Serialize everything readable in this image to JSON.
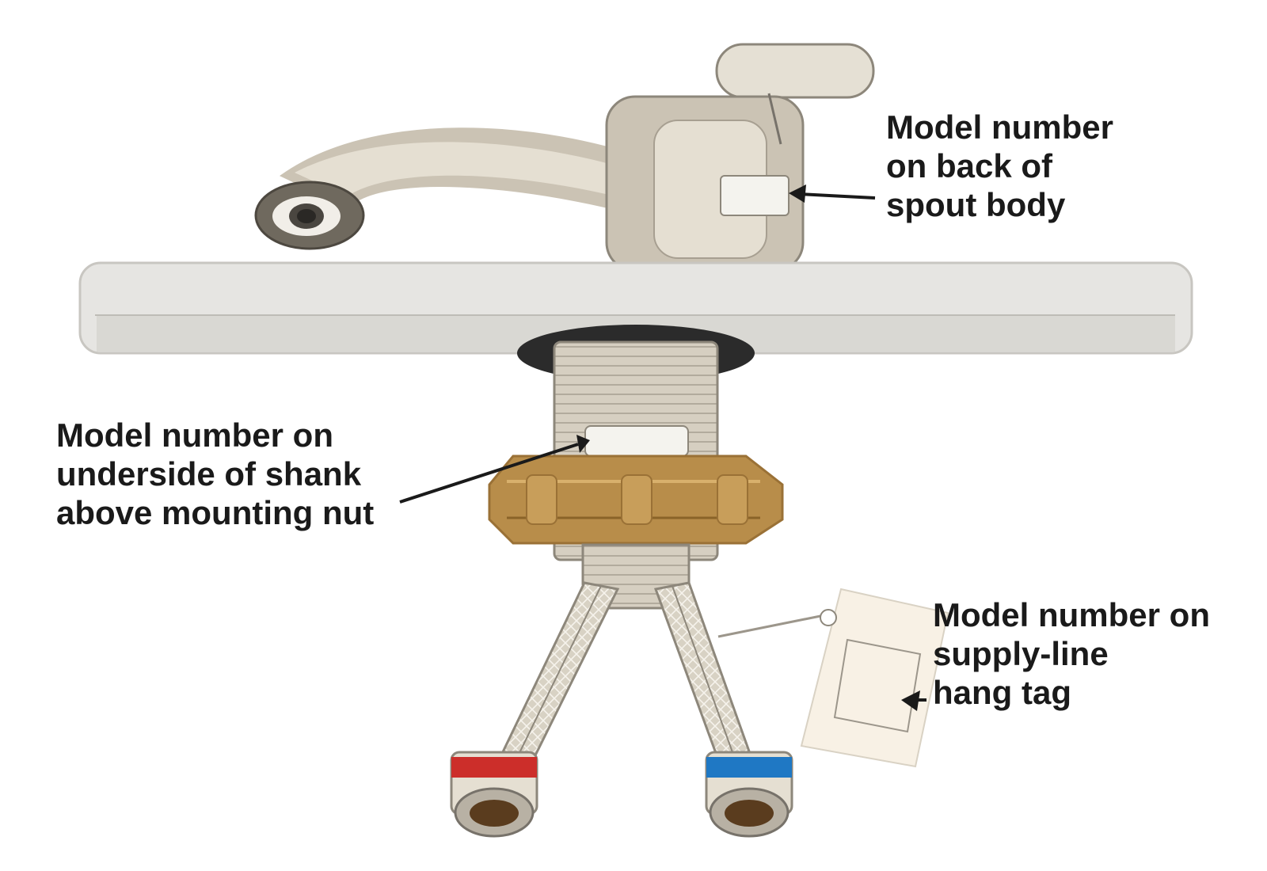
{
  "callouts": {
    "spout": {
      "lines": [
        "Model number",
        "on back of",
        "spout body"
      ]
    },
    "shank": {
      "lines": [
        "Model number on",
        "underside of shank",
        "above mounting nut"
      ]
    },
    "tag": {
      "lines": [
        "Model number on",
        "supply-line",
        "hang tag"
      ]
    }
  },
  "colors": {
    "background": "#ffffff",
    "countertop": "#e6e5e2",
    "faucet_body": "#cbc3b4",
    "label_plate": "#f4f3ee",
    "mounting_nut": "#b88d4a",
    "hot_indicator": "#cc2e2a",
    "cold_indicator": "#1f78c4",
    "gasket": "#2b2b2b",
    "text": "#1a1a1a"
  }
}
